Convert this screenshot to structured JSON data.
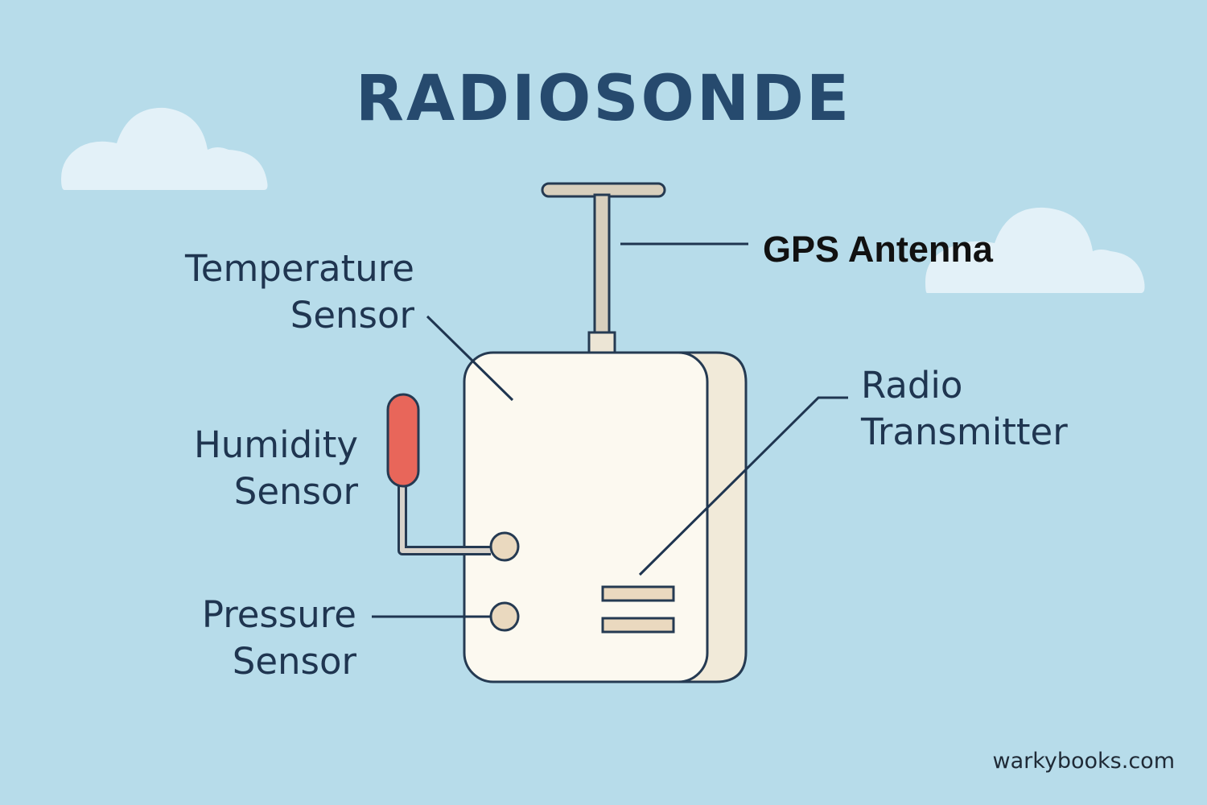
{
  "title": "RADIOSONDE",
  "labels": {
    "temperature_sensor": [
      "Temperature",
      "Sensor"
    ],
    "humidity_sensor": [
      "Humidity",
      "Sensor"
    ],
    "pressure_sensor": [
      "Pressure",
      "Sensor"
    ],
    "gps_antenna": "GPS Antenna",
    "radio_transmitter": [
      "Radio",
      "Transmitter"
    ]
  },
  "footer": "warkybooks.com",
  "colors": {
    "background": "#b7dcea",
    "title": "#264a6e",
    "label": "#1f3550",
    "outline": "#253a52",
    "device_body": "#fcf9f0",
    "device_side": "#f1ead9",
    "antenna": "#d8cfbd",
    "humidity_tip": "#e8665a",
    "cloud": "#e3f1f8"
  }
}
